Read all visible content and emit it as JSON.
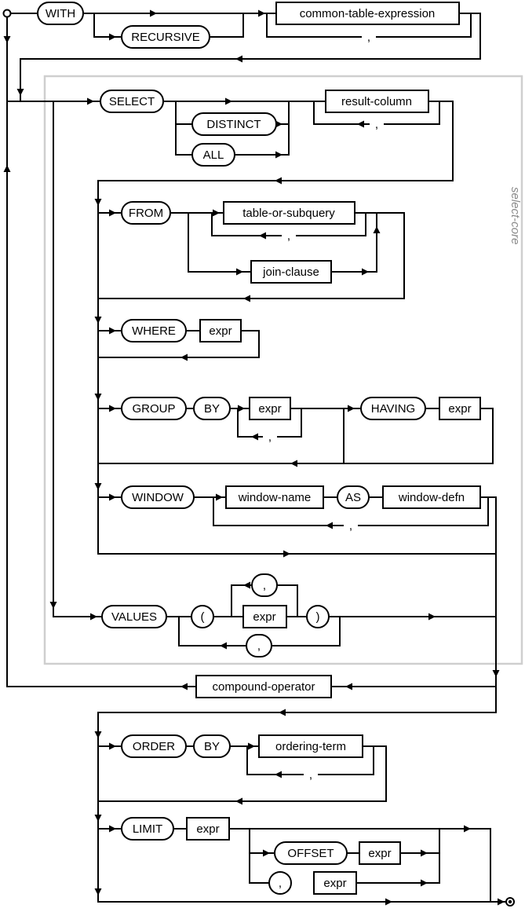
{
  "diagram": {
    "frame_label": "select-core",
    "nodes": {
      "with": "WITH",
      "recursive": "RECURSIVE",
      "cte": "common-table-expression",
      "select": "SELECT",
      "distinct": "DISTINCT",
      "all": "ALL",
      "result_column": "result-column",
      "from": "FROM",
      "table_or_subquery": "table-or-subquery",
      "join_clause": "join-clause",
      "where": "WHERE",
      "expr": "expr",
      "group": "GROUP",
      "by": "BY",
      "having": "HAVING",
      "window": "WINDOW",
      "window_name": "window-name",
      "as": "AS",
      "window_defn": "window-defn",
      "values": "VALUES",
      "lparen": "(",
      "rparen": ")",
      "comma": ",",
      "compound_operator": "compound-operator",
      "order": "ORDER",
      "ordering_term": "ordering-term",
      "limit": "LIMIT",
      "offset": "OFFSET"
    },
    "colors": {
      "line": "#000000",
      "frame": "#cfcfcf",
      "frame_label": "#8a8a8a",
      "node_fill": "#ffffff",
      "text": "#000000"
    }
  }
}
